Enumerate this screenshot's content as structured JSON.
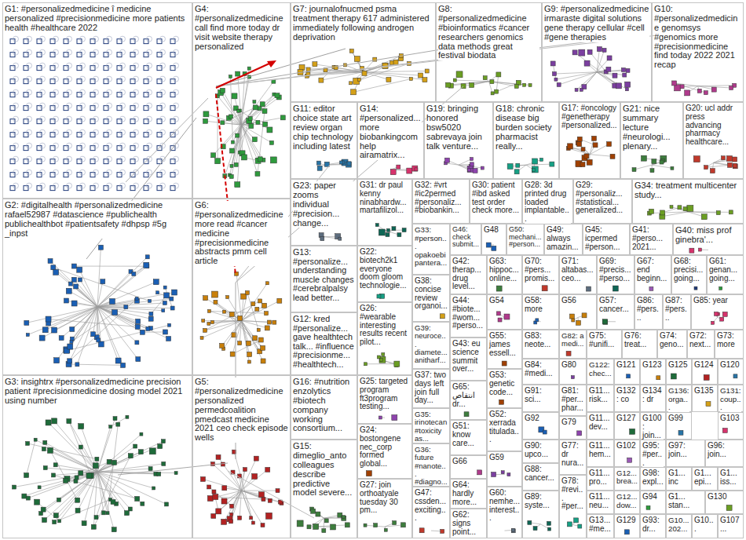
{
  "diagram": {
    "nodes": [
      {
        "text": [
          "G1: #personalizedmedicine î medicine personalized #precisionmedicine more patients health #healthcare 2022"
        ]
      },
      {
        "text": [
          "G4: #personalizedmedicine call find more today dr visit website therapy personalized"
        ]
      },
      {
        "text": [
          "G7: journalofnucmed psma treatment therapy 617 administered immediately following androgen deprivation"
        ]
      },
      {
        "text": [
          "G8: #personalizedmedicine #bioinformatics #cancer researchers genomics data methods great festival biodata"
        ]
      },
      {
        "text": [
          "G9: #personalizedmedicine irmaraste digital solutions gene therapy cellular #cell #gene therapies"
        ]
      },
      {
        "text": [
          "G10: #personalizedmedicine genomsys #genomics more #precisionmedicine find today 2022 2021 recap"
        ]
      },
      {
        "text": [
          "G2: #digitalhealth #personalizedmedicine rafael52987 #datascience #publichealth publichealthbot #patientsafety #dhpsp #5g _inpst"
        ]
      },
      {
        "text": [
          "G6: #personalizedmedicine more read #cancer medicine #precisionmedicine abstracts pmm cell article"
        ]
      },
      {
        "text": [
          "G3: insightrx #personalizedmedicine precision patient #precisionmedicine dosing model 2021 using number"
        ]
      },
      {
        "text": [
          "G5: #personalizedmedicine personalized permedcoalition pmedcast medicine 2021 ceo check episode wells"
        ]
      },
      {
        "text": [
          "G11: editor choice state art review organ chip technology including latest"
        ]
      },
      {
        "text": [
          "G14: #personalized... more biobankingcom help airamatrix..."
        ]
      },
      {
        "text": [
          "G19: bringing honored bsw5020 sabrevaya join talk venture..."
        ]
      },
      {
        "text": [
          "G18: chronic disease big burden society pharmacist really..."
        ]
      },
      {
        "text": [
          "G17: #oncology #genetherapy #personalized..."
        ]
      },
      {
        "text": [
          "G21: nice summary lecture #neurologi... plenary..."
        ]
      },
      {
        "text": [
          "G20: ucl addr press advancing pharmacy healthcare..."
        ]
      },
      {
        "text": [
          "G23: paper zooms individual #precision... change..."
        ]
      },
      {
        "text": [
          "G31: dr paul kenny ninabhardw... martafilizol..."
        ]
      },
      {
        "text": [
          "G32: #vrt #ic2permed #personaliz... #biobankin..."
        ]
      },
      {
        "text": [
          "G30: patient #ibd asked test order check more..."
        ]
      },
      {
        "text": [
          "G28: 3d printed drug loaded implantable..."
        ]
      },
      {
        "text": [
          "G29: #personaliz... #statistical... generalized..."
        ]
      },
      {
        "text": [
          "G34: treatment multicenter study..."
        ]
      },
      {
        "text": [
          "G33: #person... opakoebi pantera..."
        ]
      },
      {
        "text": [
          "G46: check submit..."
        ]
      },
      {
        "text": [
          "G48"
        ]
      },
      {
        "text": [
          "G50: mechani... #person..."
        ]
      },
      {
        "text": [
          "G49: always amazin..."
        ]
      },
      {
        "text": [
          "G45: icpermed #person..."
        ]
      },
      {
        "text": [
          "G41: #perso... 2021..."
        ]
      },
      {
        "text": [
          "G40: miss prof ginebra'..."
        ]
      },
      {
        "text": [
          "G13: #personalize... understanding muscle changes #cerebralpalsy lead better..."
        ]
      },
      {
        "text": [
          "G22: biotech2k1 everyone doom gloom technologie..."
        ]
      },
      {
        "text": [
          "G42: therap... drug level..."
        ]
      },
      {
        "text": [
          "G63: hippoc... online..."
        ]
      },
      {
        "text": [
          "G70: #pers... promis..."
        ]
      },
      {
        "text": [
          "G71: altabas... ceo..."
        ]
      },
      {
        "text": [
          "G69: #precis... #perso..."
        ]
      },
      {
        "text": [
          "G67: end beginn..."
        ]
      },
      {
        "text": [
          "G68: precisi... going..."
        ]
      },
      {
        "text": [
          "G61: genan... going..."
        ]
      },
      {
        "text": [
          "G38: concise review organoi..."
        ]
      },
      {
        "text": [
          "G26: #wearable interesting results recent pilot..."
        ]
      },
      {
        "text": [
          "G44: #biote... #wom... #perso..."
        ]
      },
      {
        "text": [
          "G54"
        ]
      },
      {
        "text": [
          "G58: more"
        ]
      },
      {
        "text": [
          "G56"
        ]
      },
      {
        "text": [
          "G57: cancer..."
        ]
      },
      {
        "text": [
          "G86: #pers..."
        ]
      },
      {
        "text": [
          "G87: #pers..."
        ]
      },
      {
        "text": [
          "G85: year"
        ]
      },
      {
        "text": [
          "G12: kred #personalize... gave healthtech talk... #influence #precisionme... #healthtech..."
        ]
      },
      {
        "text": [
          "G39: neuroce... diamete... anitharf..."
        ]
      },
      {
        "text": [
          "G55: james essell..."
        ]
      },
      {
        "text": [
          "G83: neote..."
        ]
      },
      {
        "text": [
          "G82: a medi..."
        ]
      },
      {
        "text": [
          "G75: #unifi..."
        ]
      },
      {
        "text": [
          "G76: treat..."
        ]
      },
      {
        "text": [
          "G74: geno..."
        ]
      },
      {
        "text": [
          "G72: next..."
        ]
      },
      {
        "text": [
          "G73: more"
        ]
      },
      {
        "text": [
          "G43: eu science summit over..."
        ]
      },
      {
        "text": [
          "G84: #medi..."
        ]
      },
      {
        "text": [
          "G80"
        ]
      },
      {
        "text": [
          "G122: chec..."
        ]
      },
      {
        "text": [
          "G121"
        ]
      },
      {
        "text": [
          "G123"
        ]
      },
      {
        "text": [
          "G125"
        ]
      },
      {
        "text": [
          "G124"
        ]
      },
      {
        "text": [
          "G120"
        ]
      },
      {
        "text": [
          "G16: #nutrition enzolytics #biotech company working consortium..."
        ]
      },
      {
        "text": [
          "G25: targeted program ft3program testing..."
        ]
      },
      {
        "text": [
          "G37: two days left join full day..."
        ]
      },
      {
        "text": [
          "G53: genetic code..."
        ]
      },
      {
        "text": [
          "G65: انتقاص dr..."
        ]
      },
      {
        "text": [
          "G91: sci..."
        ]
      },
      {
        "text": [
          "G81: #per... phar..."
        ]
      },
      {
        "text": [
          "G11... risk..."
        ]
      },
      {
        "text": [
          "G132: co"
        ]
      },
      {
        "text": [
          "G134: dr"
        ]
      },
      {
        "text": [
          "G136: orga..."
        ]
      },
      {
        "text": [
          "G135"
        ]
      },
      {
        "text": [
          "G131: coup..."
        ]
      },
      {
        "text": [
          "G35: irinotecan #toxicity as..."
        ]
      },
      {
        "text": [
          "G52: xerrada titulada..."
        ]
      },
      {
        "text": [
          "G92"
        ]
      },
      {
        "text": [
          "G11... dev..."
        ]
      },
      {
        "text": [
          "G127"
        ]
      },
      {
        "text": [
          "G100: join..."
        ]
      },
      {
        "text": [
          "G99"
        ]
      },
      {
        "text": [
          "G103"
        ]
      },
      {
        "text": [
          "G79"
        ]
      },
      {
        "text": [
          "G51: know care..."
        ]
      },
      {
        "text": [
          "G24: bostongene nec_corp formed global..."
        ]
      },
      {
        "text": [
          "G15: dimeglio_anto colleagues describe predictive model severe..."
        ]
      },
      {
        "text": [
          "G90: upco..."
        ]
      },
      {
        "text": [
          "G77: dr nura..."
        ]
      },
      {
        "text": [
          "G11... hem..."
        ]
      },
      {
        "text": [
          "G102"
        ]
      },
      {
        "text": [
          "G95: #per..."
        ]
      },
      {
        "text": [
          "G97: join..."
        ]
      },
      {
        "text": [
          "G96: join..."
        ]
      },
      {
        "text": [
          "G36: future #nanote... #diagno..."
        ]
      },
      {
        "text": [
          "G59"
        ]
      },
      {
        "text": [
          "G66"
        ]
      },
      {
        "text": [
          "G88: cancer..."
        ]
      },
      {
        "text": [
          "G11... pro..."
        ]
      },
      {
        "text": [
          "G12... brea..."
        ]
      },
      {
        "text": [
          "G98: expl..."
        ]
      },
      {
        "text": [
          "G1... inc"
        ]
      },
      {
        "text": [
          "G1... epi..."
        ]
      },
      {
        "text": [
          "G1... iss..."
        ]
      },
      {
        "text": [
          "G78: #revi... #per..."
        ]
      },
      {
        "text": [
          "G64: hardly more..."
        ]
      },
      {
        "text": [
          "G27: join orthoatyale tuesday 30 pm..."
        ]
      },
      {
        "text": [
          "G47: cssden... exciting..."
        ]
      },
      {
        "text": [
          "G60: nemhe... interest..."
        ]
      },
      {
        "text": [
          "G89: syste..."
        ]
      },
      {
        "text": [
          "G11... neu..."
        ]
      },
      {
        "text": [
          "G12... dow..."
        ]
      },
      {
        "text": [
          "G94"
        ]
      },
      {
        "text": [
          "G1... stan..."
        ]
      },
      {
        "text": [
          "G130"
        ]
      },
      {
        "text": [
          "G62: signs point..."
        ]
      },
      {
        "text": [
          "G13... #me..."
        ]
      },
      {
        "text": [
          "G129"
        ]
      },
      {
        "text": [
          "G93: dr..."
        ]
      },
      {
        "text": [
          "G10... 202..."
        ]
      },
      {
        "text": [
          "G10..."
        ]
      },
      {
        "text": [
          "G107..."
        ]
      }
    ]
  }
}
